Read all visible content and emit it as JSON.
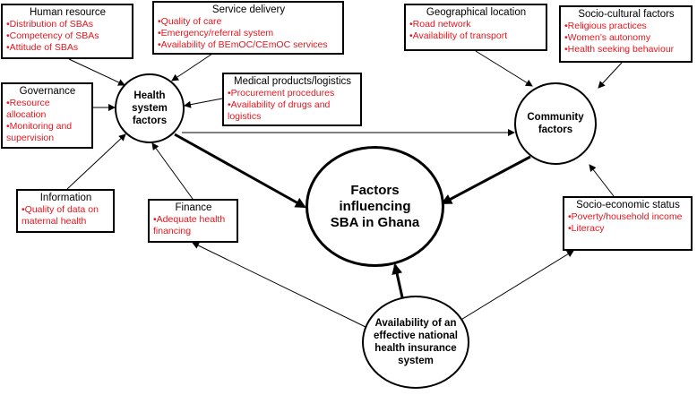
{
  "diagram": {
    "center": "Factors influencing SBA in Ghana",
    "health_system": "Health system factors",
    "community": "Community factors",
    "insurance": "Availability of an effective national health insurance system",
    "boxes": {
      "human_resource": {
        "title": "Human resource",
        "items": [
          "•Distribution of SBAs",
          "•Competency of  SBAs",
          "•Attitude of SBAs"
        ]
      },
      "service_delivery": {
        "title": "Service delivery",
        "items": [
          "•Quality of care",
          "•Emergency/referral system",
          "•Availability of BEmOC/CEmOC services"
        ]
      },
      "governance": {
        "title": "Governance",
        "items": [
          "•Resource allocation",
          "•Monitoring and supervision"
        ]
      },
      "medical_products": {
        "title": "Medical products/logistics",
        "items": [
          "•Procurement procedures",
          "•Availability of drugs and logistics"
        ]
      },
      "information": {
        "title": "Information",
        "items": [
          "•Quality of data on maternal health"
        ]
      },
      "finance": {
        "title": "Finance",
        "items": [
          "•Adequate health financing"
        ]
      },
      "geographical_location": {
        "title": "Geographical location",
        "items": [
          "•Road network",
          "•Availability of transport"
        ]
      },
      "socio_cultural": {
        "title": "Socio-cultural  factors",
        "items": [
          "•Religious practices",
          "•Women’s autonomy",
          "•Health seeking behaviour"
        ]
      },
      "socio_economic": {
        "title": "Socio-economic status",
        "items": [
          "•Poverty/household income",
          "•Literacy"
        ]
      }
    },
    "colors": {
      "factor_text": "#e8141c",
      "lines": "#000000"
    }
  }
}
